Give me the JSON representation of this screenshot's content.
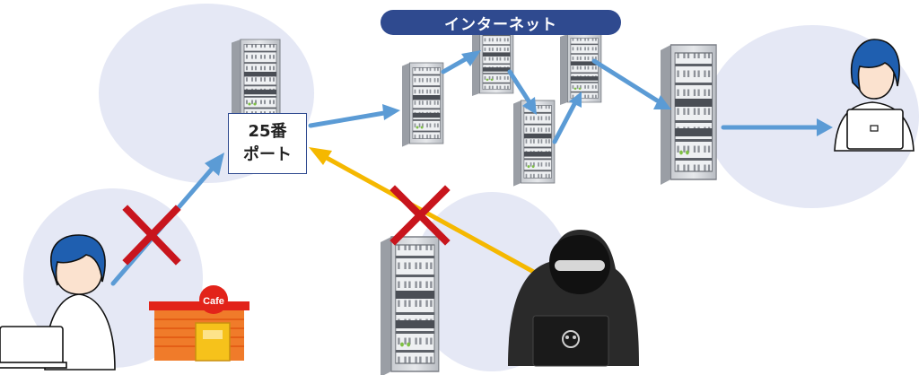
{
  "internet_label": "インターネット",
  "port_box": {
    "line1": "25番",
    "line2": "ポート"
  },
  "cafe_sign": "Cafe",
  "colors": {
    "legit_arrow": "#5b9bd5",
    "attacker_arrow": "#f5b800",
    "blocked_cross": "#c8151d",
    "internet_pill": "#2f4a8f",
    "background_circle": "#e5e8f5"
  }
}
